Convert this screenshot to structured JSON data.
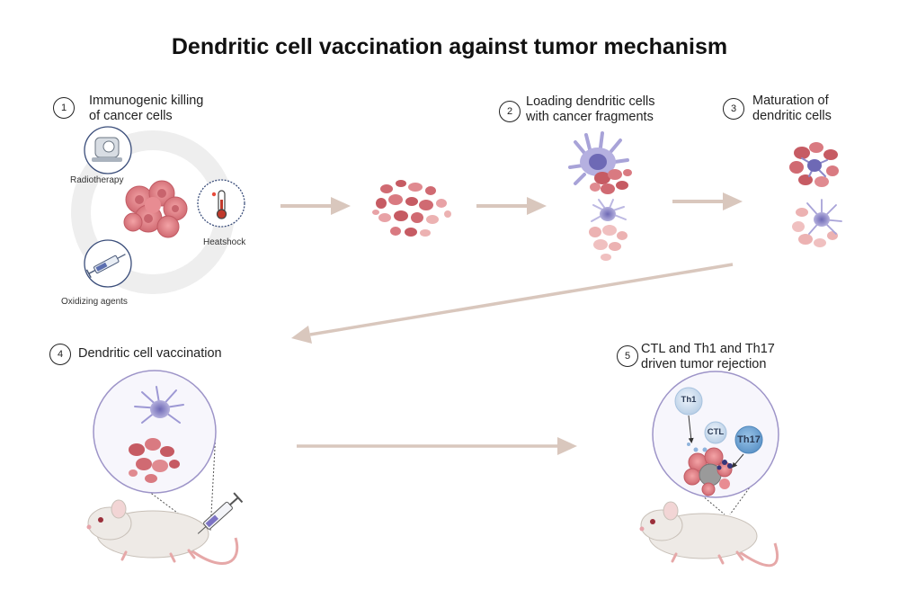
{
  "title": "Dendritic cell vaccination against tumor mechanism",
  "steps": [
    {
      "number": "1",
      "label_line1": "Immunogenic killing",
      "label_line2": "of cancer cells"
    },
    {
      "number": "2",
      "label_line1": "Loading dendritic cells",
      "label_line2": "with cancer fragments"
    },
    {
      "number": "3",
      "label_line1": "Maturation of",
      "label_line2": "dendritic cells"
    },
    {
      "number": "4",
      "label_line1": "Dendritic cell vaccination",
      "label_line2": ""
    },
    {
      "number": "5",
      "label_line1": "CTL and Th1 and Th17",
      "label_line2": "driven tumor rejection"
    }
  ],
  "methods": {
    "radiotherapy": "Radiotherapy",
    "heatshock": "Heatshock",
    "oxidizing": "Oxidizing agents"
  },
  "cells": {
    "th1": "Th1",
    "ctl": "CTL",
    "th17": "Th17"
  },
  "colors": {
    "arrow": "#d9c7bd",
    "tumor": "#d9777f",
    "tumor_light": "#ecb2b2",
    "dendritic": "#8e89c9",
    "ring": "#eeeeee",
    "zoom_border": "#9d94c8"
  }
}
